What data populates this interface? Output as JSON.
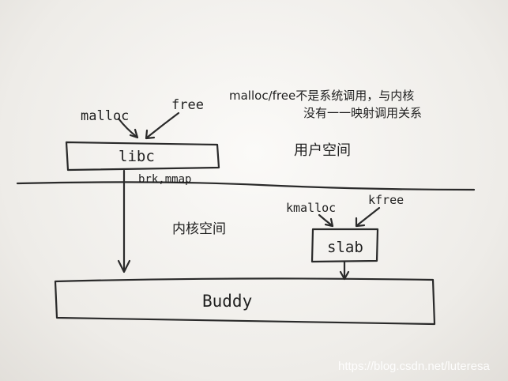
{
  "note": {
    "line1": "malloc/free不是系统调用，与内核",
    "line2": "没有一一映射调用关系"
  },
  "user_space": {
    "label": "用户空间",
    "malloc_label": "malloc",
    "free_label": "free",
    "libc_label": "libc"
  },
  "divider": {
    "syscall_label": "brk,mmap"
  },
  "kernel_space": {
    "label": "内核空间",
    "kmalloc_label": "kmalloc",
    "kfree_label": "kfree",
    "slab_label": "slab",
    "buddy_label": "Buddy"
  },
  "watermark": "https://blog.csdn.net/luteresa"
}
